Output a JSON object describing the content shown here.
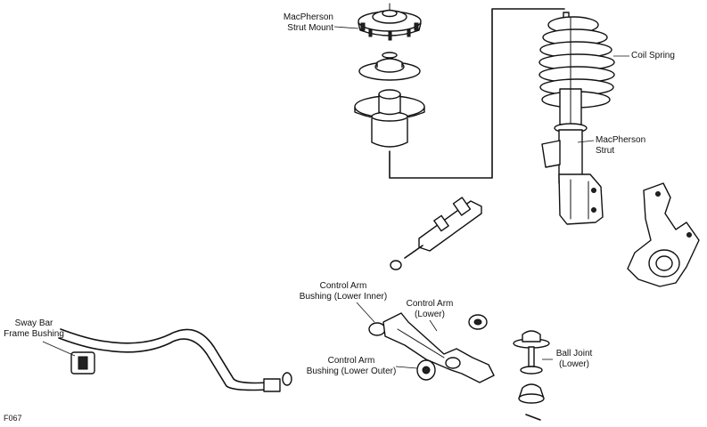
{
  "labels": {
    "strut_mount": [
      "MacPherson",
      "Strut Mount"
    ],
    "coil_spring": "Coil Spring",
    "strut": [
      "MacPherson",
      "Strut"
    ],
    "bushing_inner": [
      "Control Arm",
      "Bushing (Lower Inner)"
    ],
    "control_arm": [
      "Control Arm",
      "(Lower)"
    ],
    "sway_bar_bushing": [
      "Sway Bar",
      "Frame Bushing"
    ],
    "bushing_outer": [
      "Control Arm",
      "Bushing (Lower Outer)"
    ],
    "ball_joint": [
      "Ball Joint",
      "(Lower)"
    ],
    "figure_code": "F067"
  }
}
